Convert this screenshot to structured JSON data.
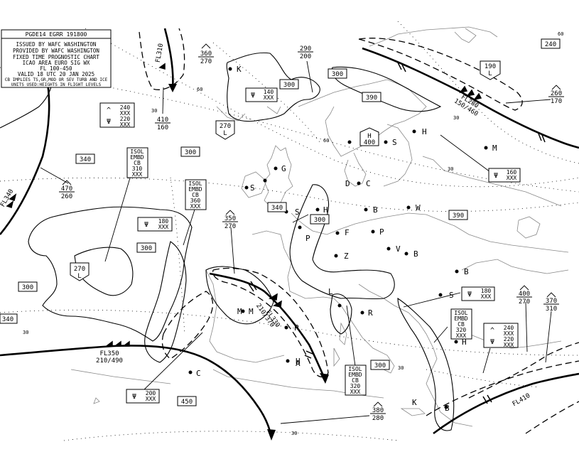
{
  "header": {
    "lines": [
      "PGDE14 EGRR 191800",
      "ISSUED BY WAFC WASHINGTON",
      "PROVIDED BY WAFC WASHINGTON",
      "FIXED TIME PROGNOSTIC CHART",
      "ICAO AREA EURO SIG WX",
      "FL 100-450",
      "VALID 18 UTC 20 JAN 2025",
      "CB IMPLIES TS,GR,MOD OR SEV TURB AND ICE",
      "UNITS USED:HEIGHTS IN FLIGHT LEVELS"
    ]
  },
  "tropopause_boxes": [
    "340",
    "300",
    "300",
    "340",
    "300",
    "300",
    "390",
    "340",
    "300",
    "300",
    "450",
    "390",
    "300",
    "240"
  ],
  "tropopause_spot_heights": [
    {
      "top": "360",
      "bottom": "270"
    },
    {
      "top": "290",
      "bottom": "200"
    },
    {
      "top": "410",
      "bottom": "160"
    },
    {
      "top": "470",
      "bottom": "260"
    },
    {
      "top": "350",
      "bottom": "270"
    },
    {
      "top": "260",
      "bottom": "170"
    },
    {
      "top": "400",
      "bottom": "270"
    },
    {
      "top": "370",
      "bottom": "310"
    },
    {
      "top": "380",
      "bottom": "280"
    }
  ],
  "tropopause_high_low": [
    {
      "value": "190",
      "letter": "L"
    },
    {
      "value": "270",
      "letter": "L"
    },
    {
      "value": "270",
      "letter": "L"
    },
    {
      "value": "400",
      "letter": "H"
    }
  ],
  "turbulence_boxes": [
    {
      "symbol": "Ψ",
      "levels": [
        "140",
        "XXX"
      ]
    },
    {
      "symbol": "Ψ",
      "levels": [
        "160",
        "XXX"
      ]
    },
    {
      "symbol": "Ψ",
      "levels": [
        "180",
        "XXX"
      ]
    },
    {
      "symbol": "Ψ",
      "levels": [
        "180",
        "XXX"
      ]
    },
    {
      "symbol": "Ψ",
      "levels": [
        "200",
        "XXX"
      ]
    }
  ],
  "multi_turb_boxes": [
    {
      "top_symbol": "^",
      "top_levels": [
        "240",
        "XXX"
      ],
      "bottom_symbol": "Ψ",
      "bottom_levels": [
        "220",
        "XXX"
      ]
    },
    {
      "top_symbol": "^",
      "top_levels": [
        "240",
        "XXX"
      ],
      "bottom_symbol": "Ψ",
      "bottom_levels": [
        "220",
        "XXX"
      ]
    }
  ],
  "cb_boxes": [
    {
      "lines": [
        "ISOL",
        "EMBD",
        "CB",
        "310",
        "XXX"
      ]
    },
    {
      "lines": [
        "ISOL",
        "EMBD",
        "CB",
        "360",
        "XXX"
      ]
    },
    {
      "lines": [
        "ISOL",
        "EMBD",
        "CB",
        "320",
        "XXX"
      ]
    },
    {
      "lines": [
        "ISOL",
        "EMBD",
        "CB",
        "320",
        "XXX"
      ]
    }
  ],
  "jet_labels": [
    {
      "fl": "FL350",
      "range": "210/490"
    },
    {
      "fl": "FL280",
      "range": "150/460"
    },
    {
      "fl": "FL330",
      "range": "210/370"
    },
    {
      "fl": "FL410",
      "range": ""
    },
    {
      "fl": "FL340",
      "range": ""
    },
    {
      "fl": "FL310",
      "range": ""
    }
  ],
  "city_letters": [
    "K",
    "S",
    "H",
    "S",
    "G",
    "S",
    "D",
    "C",
    "B",
    "W",
    "H",
    "F",
    "P",
    "P",
    "Z",
    "V",
    "B",
    "B",
    "S",
    "M",
    "R",
    "H",
    "M",
    "P",
    "A",
    "C",
    "B",
    "H",
    "M",
    "L",
    "K"
  ],
  "grid_labels": [
    "60",
    "60",
    "60",
    "30",
    "30",
    "30",
    "30",
    "30",
    "30"
  ],
  "colors": {
    "ink": "#000000",
    "coast": "#888888",
    "background": "#ffffff"
  }
}
